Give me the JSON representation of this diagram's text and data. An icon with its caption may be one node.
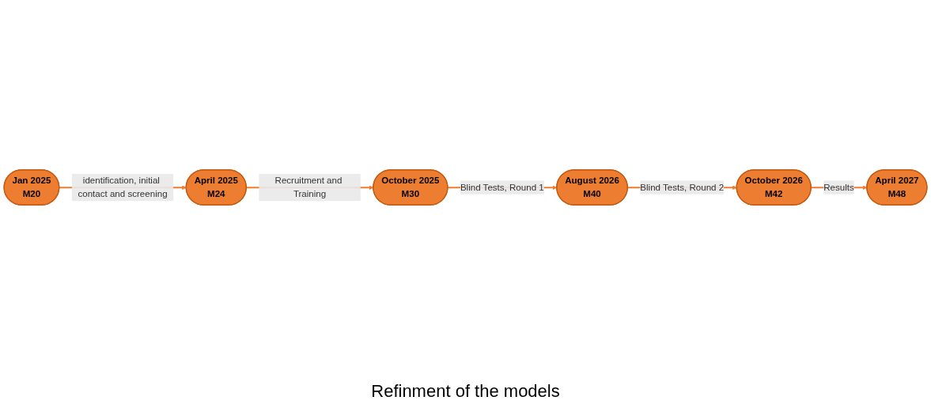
{
  "diagram": {
    "nodes": [
      {
        "text": [
          "Jan 2025",
          "M20"
        ]
      },
      {
        "text": [
          "April 2025",
          "M24"
        ]
      },
      {
        "text": [
          "October 2025",
          "M30"
        ]
      },
      {
        "text": [
          "August 2026",
          "M40"
        ]
      },
      {
        "text": [
          "October 2026",
          "M42"
        ]
      },
      {
        "text": [
          "April 2027",
          "M48"
        ]
      }
    ],
    "edges": [
      {
        "from": 0,
        "to": 1,
        "arrow": "to",
        "label": "identification, initial contact and screening"
      },
      {
        "from": 1,
        "to": 2,
        "arrow": "to",
        "label": "Recruitment and Training"
      },
      {
        "from": 2,
        "to": 3,
        "arrow": "to",
        "label": "Blind Tests, Round 1"
      },
      {
        "from": 3,
        "to": 4,
        "arrow": "to",
        "label": "Blind Tests, Round 2"
      },
      {
        "from": 4,
        "to": 5,
        "arrow": "to",
        "label": "Results"
      }
    ],
    "labels": [
      "Refinment of the models"
    ]
  }
}
